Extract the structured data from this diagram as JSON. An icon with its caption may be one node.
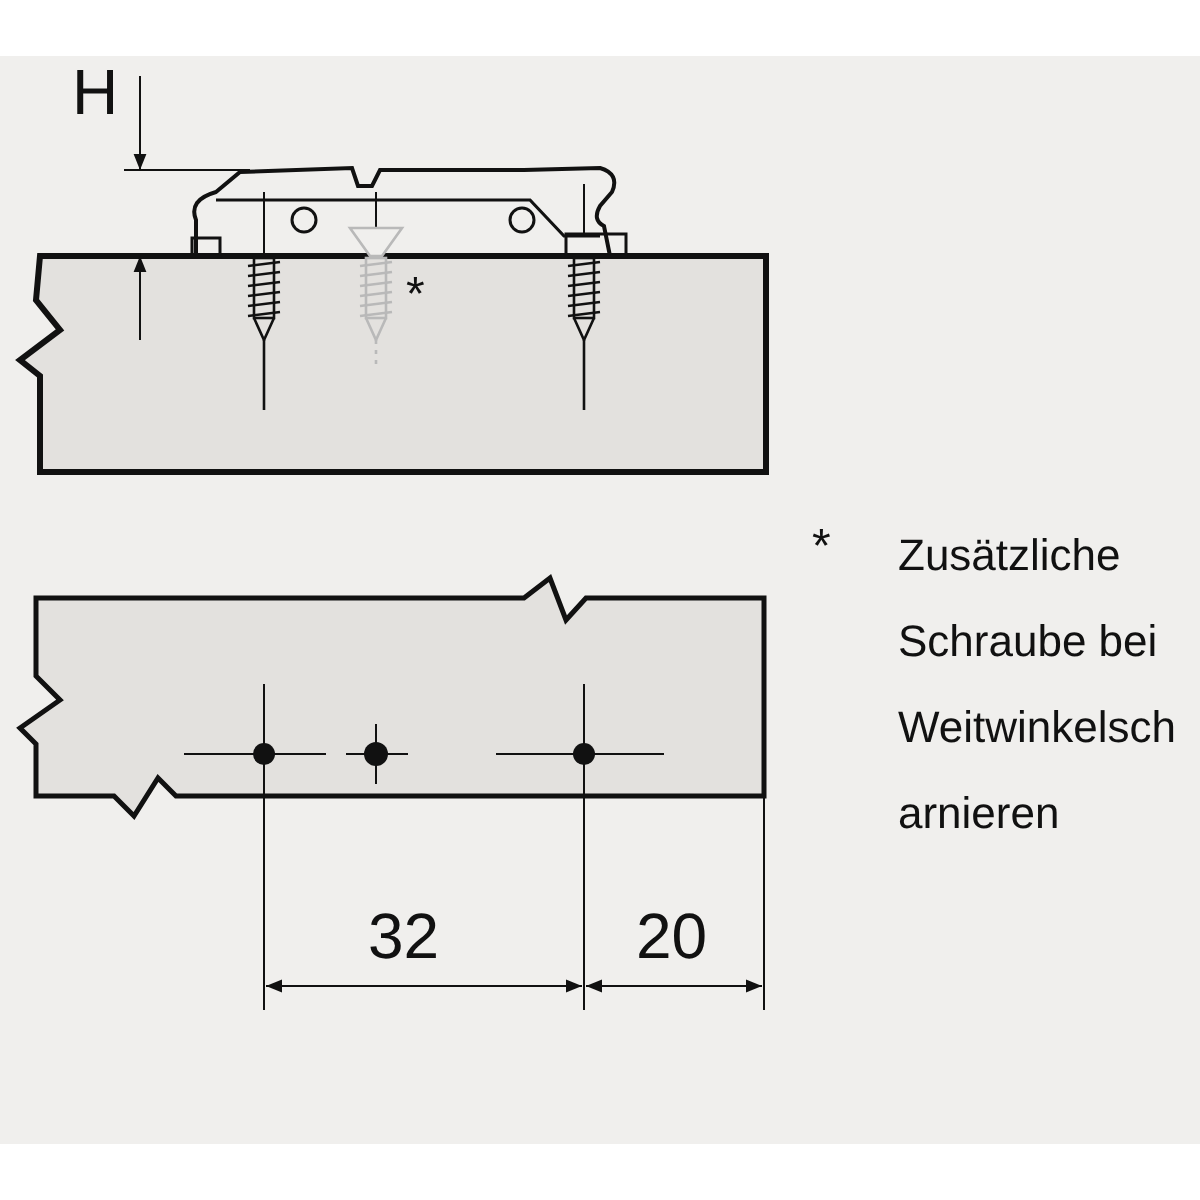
{
  "diagram": {
    "labels": [
      "H",
      "*",
      "*",
      "Zusätzliche Schraube bei Weitwinkelscharnieren",
      "32",
      "20"
    ]
  }
}
